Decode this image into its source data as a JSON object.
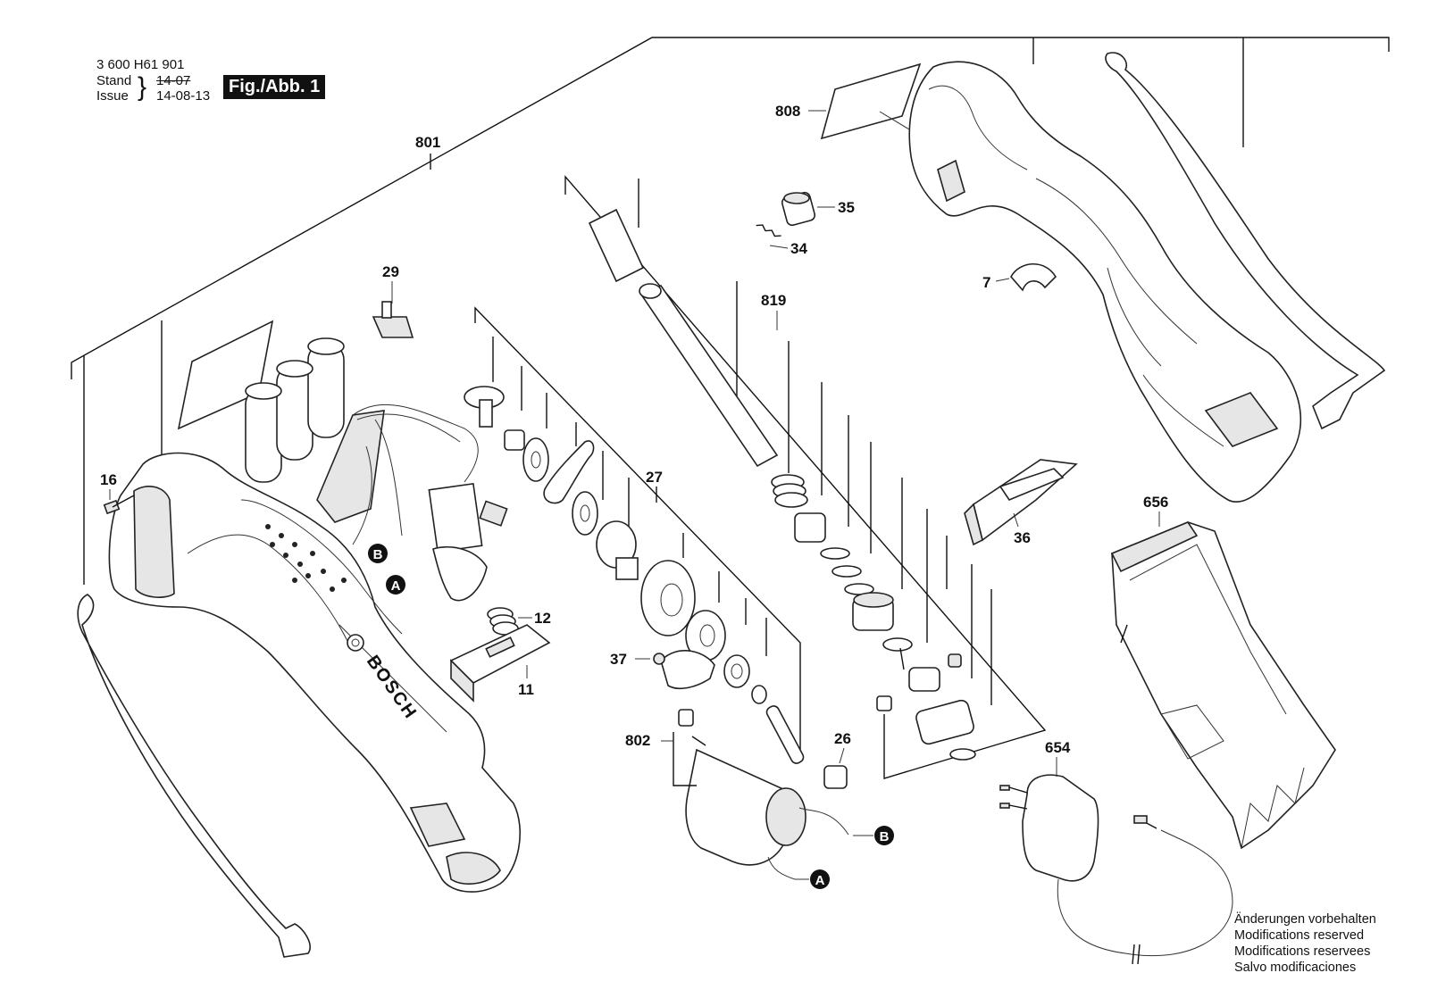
{
  "header": {
    "part_number": "3 600 H61 901",
    "stand_label": "Stand",
    "issue_label": "Issue",
    "stand_value": "14-07",
    "issue_value": "14-08-13",
    "figure_badge": "Fig./Abb. 1"
  },
  "callouts": {
    "p801": "801",
    "p808": "808",
    "p35": "35",
    "p34": "34",
    "p819": "819",
    "p7": "7",
    "p29": "29",
    "p16": "16",
    "p27": "27",
    "p36": "36",
    "p656": "656",
    "p12": "12",
    "p11": "11",
    "p37": "37",
    "p802": "802",
    "p26": "26",
    "p654": "654"
  },
  "connectors": {
    "a": "A",
    "b": "B"
  },
  "brand_mark": "BOSCH",
  "notes": {
    "de": "Änderungen vorbehalten",
    "en": "Modifications reserved",
    "fr": "Modifications reservees",
    "es": "Salvo modificaciones"
  },
  "colors": {
    "line": "#111111",
    "part_fill": "#ffffff",
    "part_shade": "#e6e6e6",
    "badge_bg": "#111111",
    "badge_text": "#ffffff"
  }
}
